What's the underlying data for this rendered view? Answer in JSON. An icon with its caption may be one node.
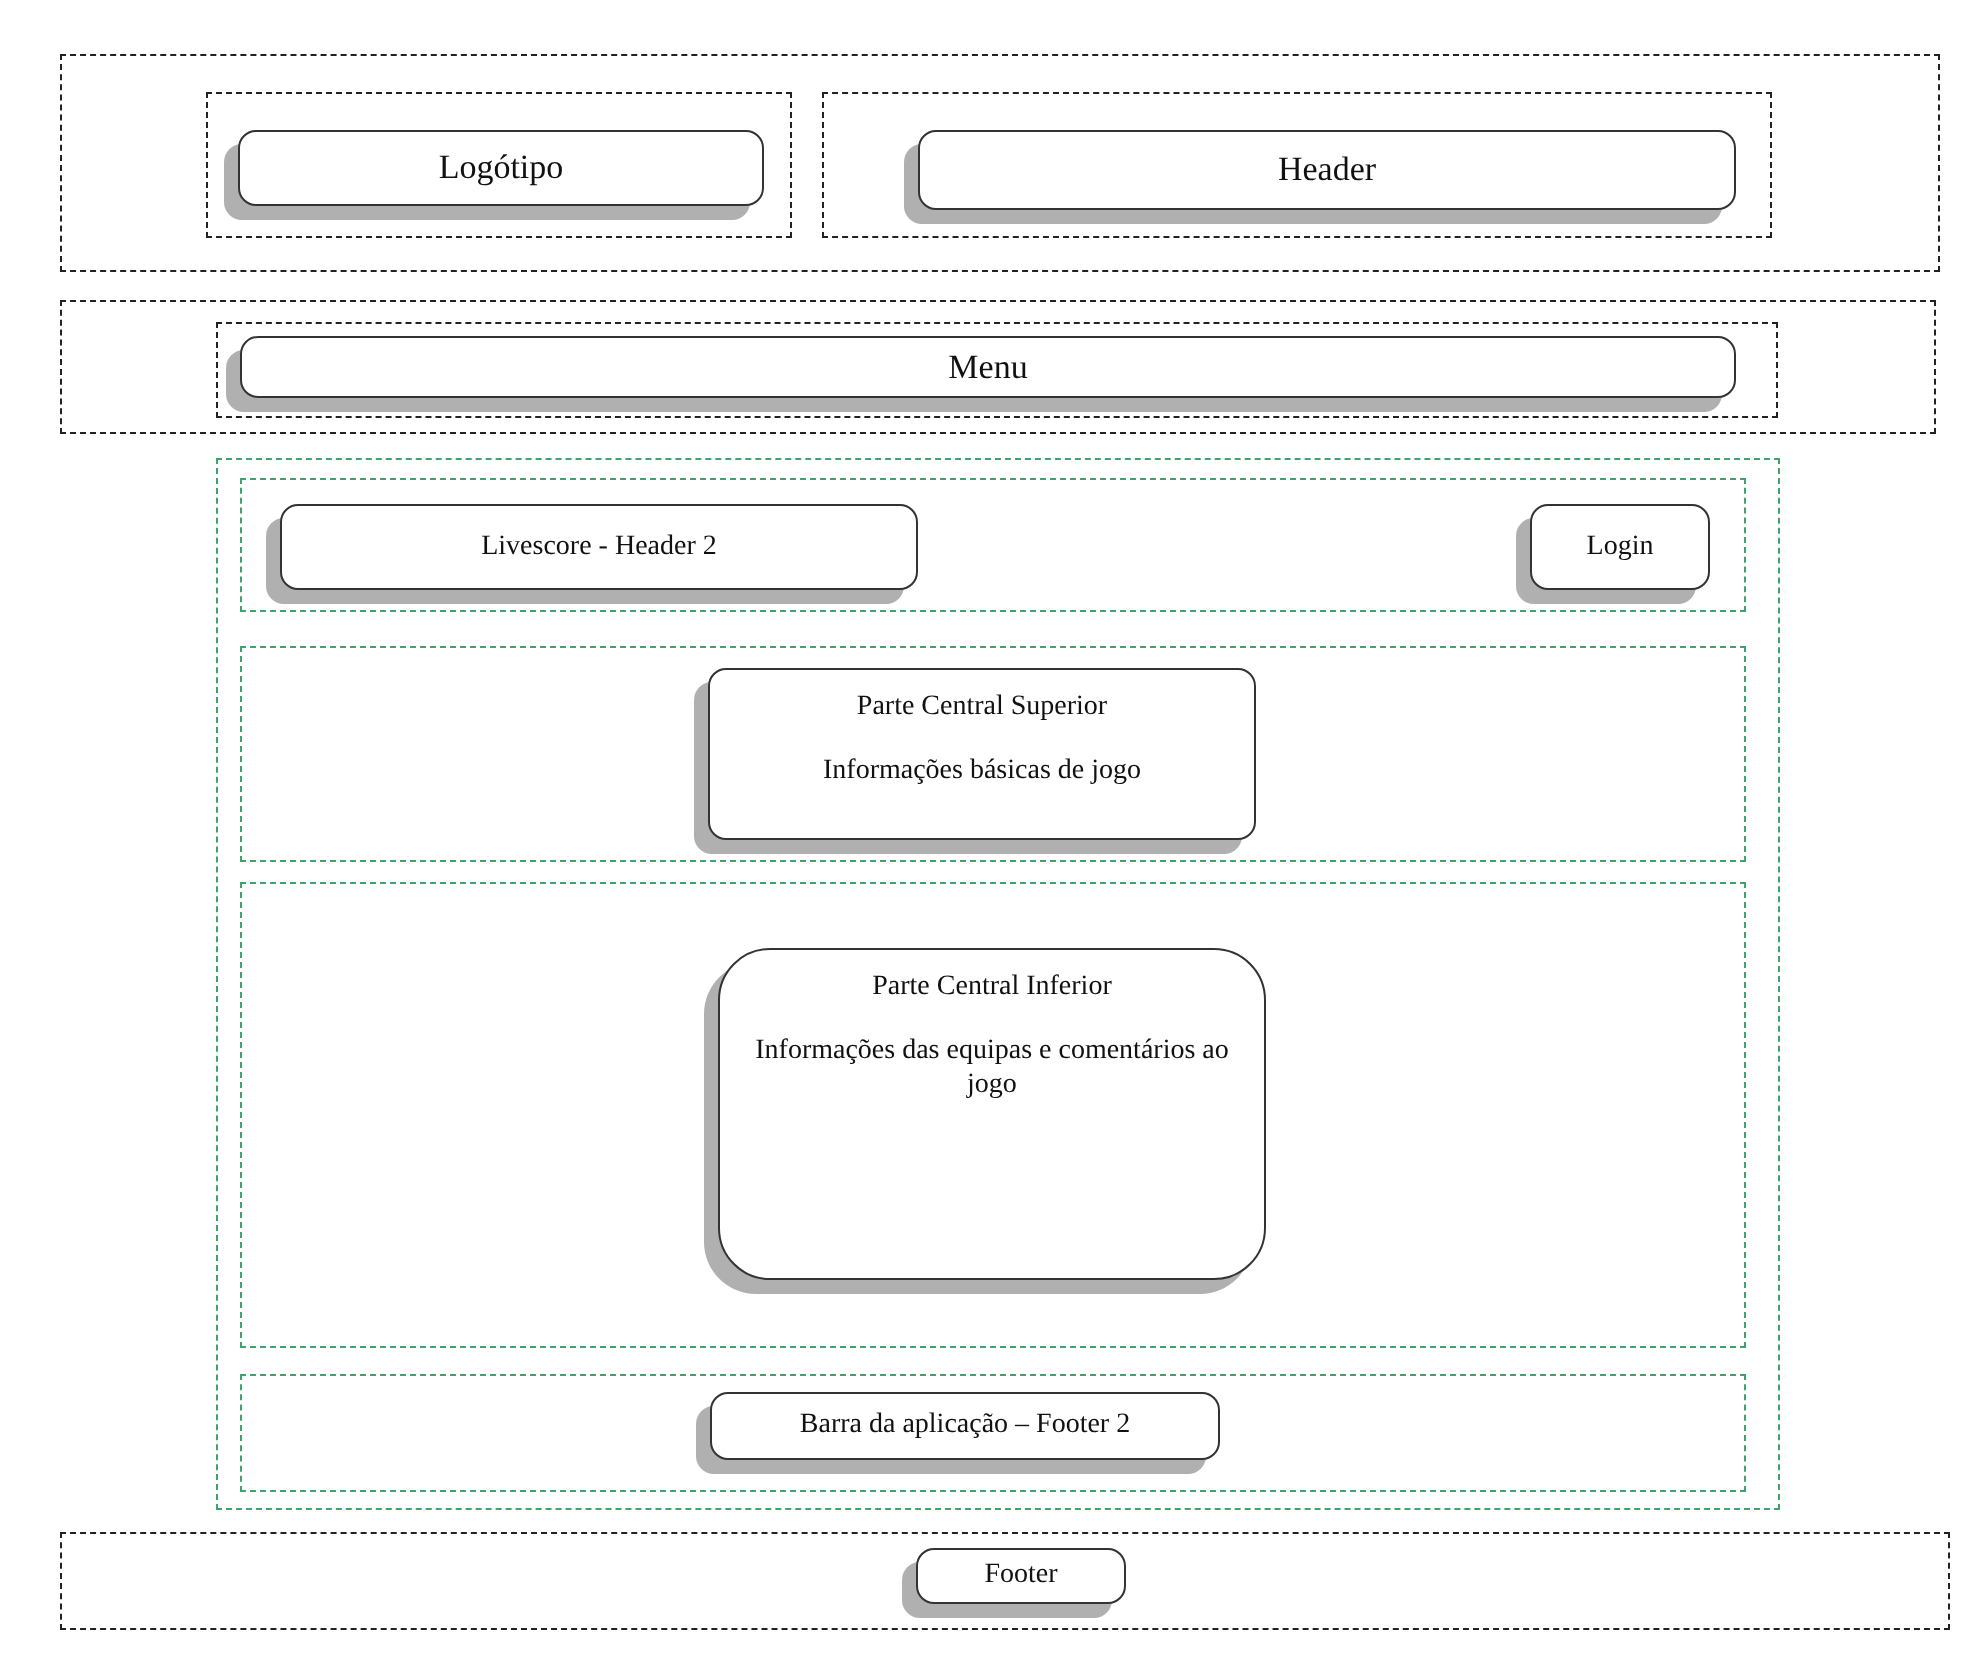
{
  "diagram": {
    "nodes": [
      {
        "text": [],
        "shape": "box"
      },
      {
        "text": [],
        "shape": "box",
        "in": 0
      },
      {
        "text": [
          "Logótipo"
        ],
        "in": 1
      },
      {
        "text": [],
        "shape": "box",
        "in": 0
      },
      {
        "text": [
          "Header"
        ],
        "in": 3
      },
      {
        "text": [],
        "shape": "box"
      },
      {
        "text": [],
        "shape": "box",
        "in": 5
      },
      {
        "text": [
          "Menu"
        ],
        "in": 6
      },
      {
        "text": [],
        "shape": "box"
      },
      {
        "text": [],
        "shape": "box",
        "in": 8
      },
      {
        "text": [
          "Livescore - Header 2"
        ],
        "in": 9
      },
      {
        "text": [
          "Login"
        ],
        "in": 9
      },
      {
        "text": [],
        "shape": "box",
        "in": 8
      },
      {
        "text": [
          "Parte Central Superior",
          "Informações básicas de jogo"
        ],
        "in": 12
      },
      {
        "text": [],
        "shape": "box",
        "in": 8
      },
      {
        "text": [
          "Parte Central Inferior",
          "Informações das equipas e comentários ao jogo"
        ],
        "in": 14
      },
      {
        "text": [],
        "shape": "box",
        "in": 8
      },
      {
        "text": [
          "Barra da aplicação – Footer 2"
        ],
        "in": 16
      },
      {
        "text": [],
        "shape": "box"
      },
      {
        "text": [
          "Footer"
        ],
        "in": 18
      }
    ],
    "edges": []
  }
}
